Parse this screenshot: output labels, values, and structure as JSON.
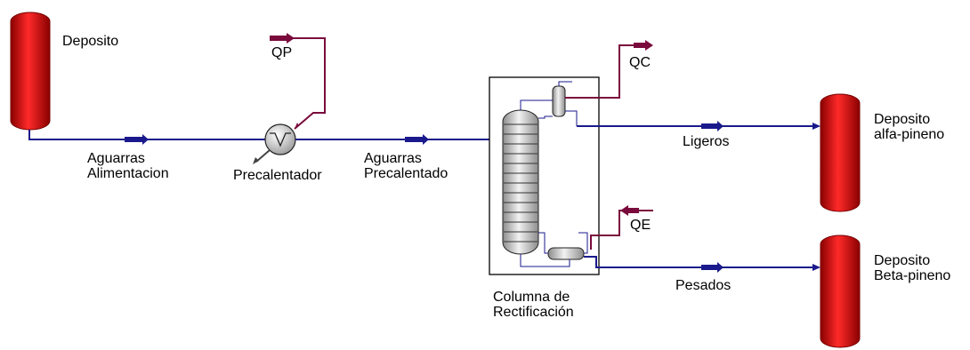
{
  "labels": {
    "deposito_feed": "Deposito",
    "qp": "QP",
    "qc": "QC",
    "qe": "QE",
    "feed_stream": "Aguarras\nAlimentacion",
    "preheater": "Precalentador",
    "preheated_stream": "Aguarras\nPrecalentado",
    "column": "Columna de\nRectificación",
    "light_stream": "Ligeros",
    "heavy_stream": "Pesados",
    "tank_alpha": "Deposito\nalfa-pineno",
    "tank_beta": "Deposito\nBeta-pineno"
  },
  "colors": {
    "material_stream": "#1a1a8c",
    "energy_stream": "#7a0a3c",
    "tank_fill": "#e30613",
    "equipment_fill": "#d9d9d9",
    "equipment_stroke": "#222222"
  }
}
